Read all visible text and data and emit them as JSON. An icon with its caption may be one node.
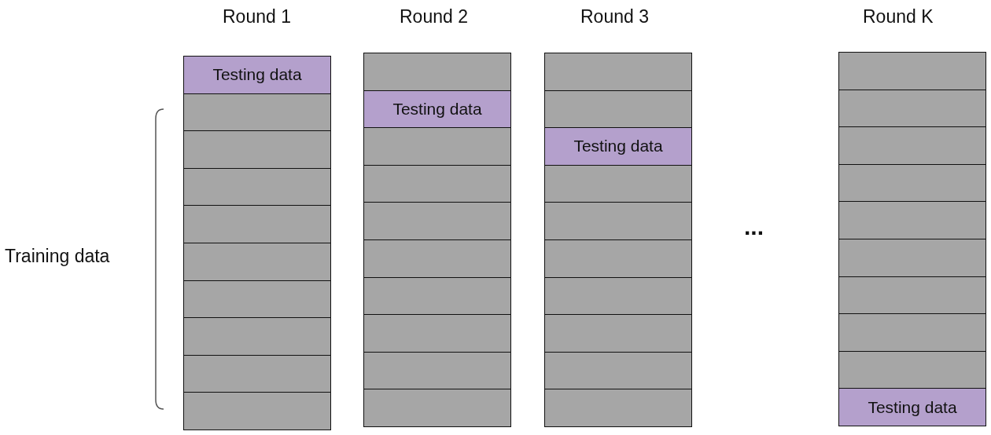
{
  "diagram": {
    "nodes": [
      {
        "text": [
          "Testing data"
        ]
      },
      {
        "text": [],
        "shape": "box"
      },
      {
        "text": [],
        "shape": "box"
      },
      {
        "text": [],
        "shape": "box"
      },
      {
        "text": [],
        "shape": "box"
      },
      {
        "text": [],
        "shape": "box"
      },
      {
        "text": [],
        "shape": "box"
      },
      {
        "text": [],
        "shape": "box"
      },
      {
        "text": [],
        "shape": "box"
      },
      {
        "text": [],
        "shape": "box"
      },
      {
        "text": [],
        "shape": "box"
      },
      {
        "text": [
          "Testing data"
        ]
      },
      {
        "text": [],
        "shape": "box"
      },
      {
        "text": [],
        "shape": "box"
      },
      {
        "text": [],
        "shape": "box"
      },
      {
        "text": [],
        "shape": "box"
      },
      {
        "text": [],
        "shape": "box"
      },
      {
        "text": [],
        "shape": "box"
      },
      {
        "text": [],
        "shape": "box"
      },
      {
        "text": [],
        "shape": "box"
      },
      {
        "text": [],
        "shape": "box"
      },
      {
        "text": [],
        "shape": "box"
      },
      {
        "text": [
          "Testing data"
        ]
      },
      {
        "text": [],
        "shape": "box"
      },
      {
        "text": [],
        "shape": "box"
      },
      {
        "text": [],
        "shape": "box"
      },
      {
        "text": [],
        "shape": "box"
      },
      {
        "text": [],
        "shape": "box"
      },
      {
        "text": [],
        "shape": "box"
      },
      {
        "text": [],
        "shape": "box"
      },
      {
        "text": [],
        "shape": "box"
      },
      {
        "text": [],
        "shape": "box"
      },
      {
        "text": [],
        "shape": "box"
      },
      {
        "text": [],
        "shape": "box"
      },
      {
        "text": [],
        "shape": "box"
      },
      {
        "text": [],
        "shape": "box"
      },
      {
        "text": [],
        "shape": "box"
      },
      {
        "text": [],
        "shape": "box"
      },
      {
        "text": [],
        "shape": "box"
      },
      {
        "text": [
          "Testing data"
        ]
      }
    ],
    "labels": [
      "Round 1",
      "Round 2",
      "Round 3",
      "Round K",
      "...",
      "Training data"
    ]
  }
}
